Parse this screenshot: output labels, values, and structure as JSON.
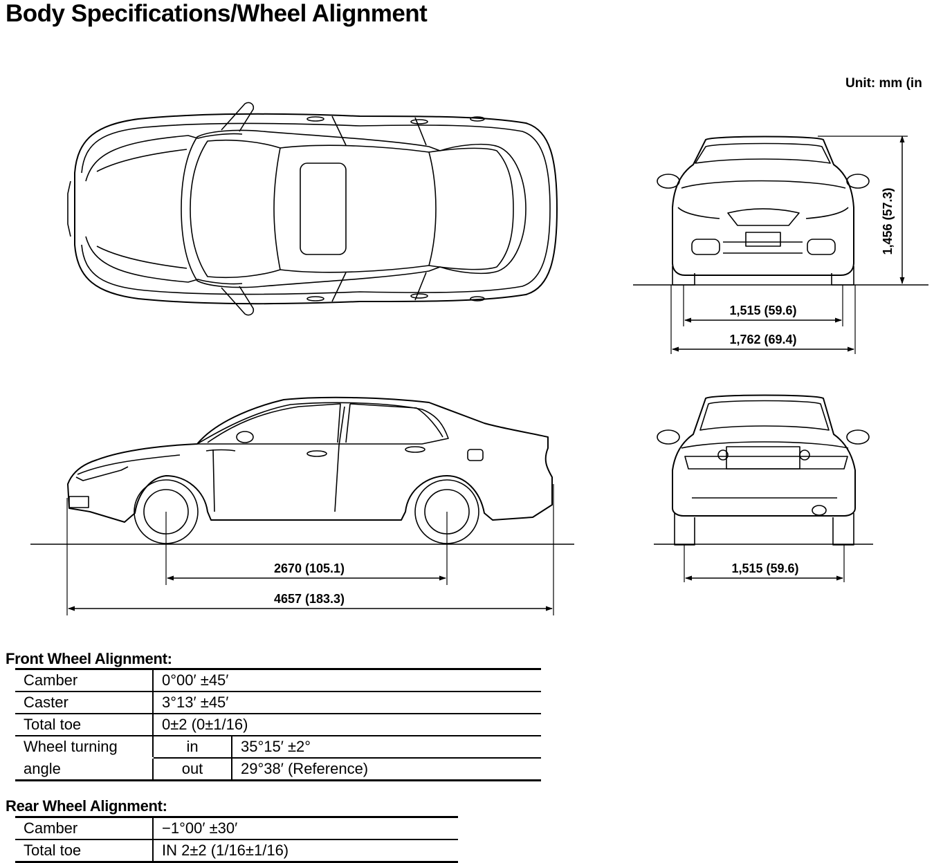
{
  "title": "Body Specifications/Wheel Alignment",
  "unit_note": "Unit: mm (in",
  "diagram": {
    "views": [
      "top-view",
      "front-view",
      "side-view",
      "rear-view"
    ],
    "dimensions": {
      "height": "1,456 (57.3)",
      "front_tread": "1,515 (59.6)",
      "overall_width": "1,762 (69.4)",
      "wheelbase": "2670 (105.1)",
      "overall_length": "4657 (183.3)",
      "rear_tread": "1,515 (59.6)"
    }
  },
  "front_alignment": {
    "title": "Front Wheel Alignment:",
    "camber_label": "Camber",
    "camber_value": "0°00′ ±45′",
    "caster_label": "Caster",
    "caster_value": "3°13′ ±45′",
    "toe_label": "Total toe",
    "toe_value": "0±2 (0±1/16)",
    "turning_label_line1": "Wheel turning",
    "turning_label_line2": "angle",
    "in_label": "in",
    "in_value": "35°15′ ±2°",
    "out_label": "out",
    "out_value": "29°38′ (Reference)"
  },
  "rear_alignment": {
    "title": "Rear Wheel Alignment:",
    "camber_label": "Camber",
    "camber_value": "−1°00′ ±30′",
    "toe_label": "Total toe",
    "toe_value": "IN 2±2 (1/16±1/16)"
  }
}
